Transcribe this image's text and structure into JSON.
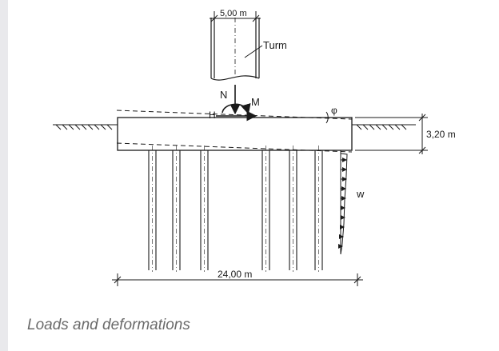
{
  "figure": {
    "labels": {
      "tower_width": "5,00 m",
      "tower": "Turm",
      "normal_force": "N",
      "moment": "M",
      "horizontal_force": "H",
      "rotation": "φ",
      "slab_height": "3,20 m",
      "soil_reaction": "w",
      "total_width": "24,00 m"
    }
  },
  "caption": "Loads and deformations"
}
